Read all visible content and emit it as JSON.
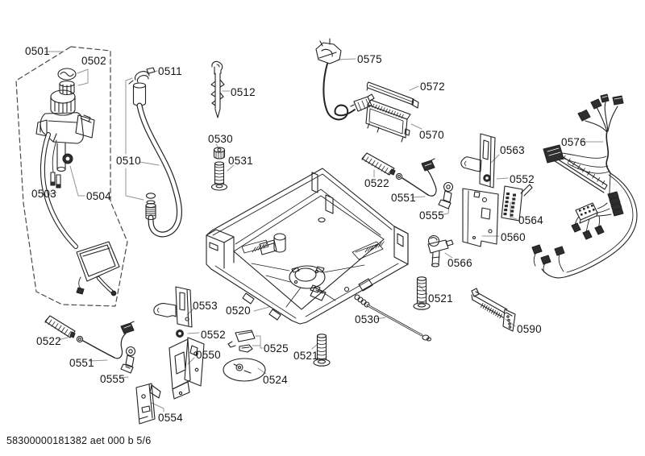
{
  "colors": {
    "background": "#ffffff",
    "line": "#222222",
    "leader": "#949494",
    "label_text": "#141414",
    "dark_fill": "#2e2e2e"
  },
  "footer": {
    "document_code": "58300000181382 aet 000 b 5/6"
  },
  "diagram": {
    "labels": [
      {
        "part": "0501"
      },
      {
        "part": "0502"
      },
      {
        "part": "0511"
      },
      {
        "part": "0512"
      },
      {
        "part": "0575"
      },
      {
        "part": "0572"
      },
      {
        "part": "0570"
      },
      {
        "part": "0530"
      },
      {
        "part": "0531"
      },
      {
        "part": "0510"
      },
      {
        "part": "0503"
      },
      {
        "part": "0504"
      },
      {
        "part": "0576"
      },
      {
        "part": "0563"
      },
      {
        "part": "0552"
      },
      {
        "part": "0564"
      },
      {
        "part": "0560"
      },
      {
        "part": "0522"
      },
      {
        "part": "0551"
      },
      {
        "part": "0555"
      },
      {
        "part": "0566"
      },
      {
        "part": "0553"
      },
      {
        "part": "0520"
      },
      {
        "part": "0552"
      },
      {
        "part": "0550"
      },
      {
        "part": "0522"
      },
      {
        "part": "0551"
      },
      {
        "part": "0555"
      },
      {
        "part": "0554"
      },
      {
        "part": "0525"
      },
      {
        "part": "0521"
      },
      {
        "part": "0524"
      },
      {
        "part": "0530"
      },
      {
        "part": "0521"
      },
      {
        "part": "0590"
      }
    ]
  }
}
